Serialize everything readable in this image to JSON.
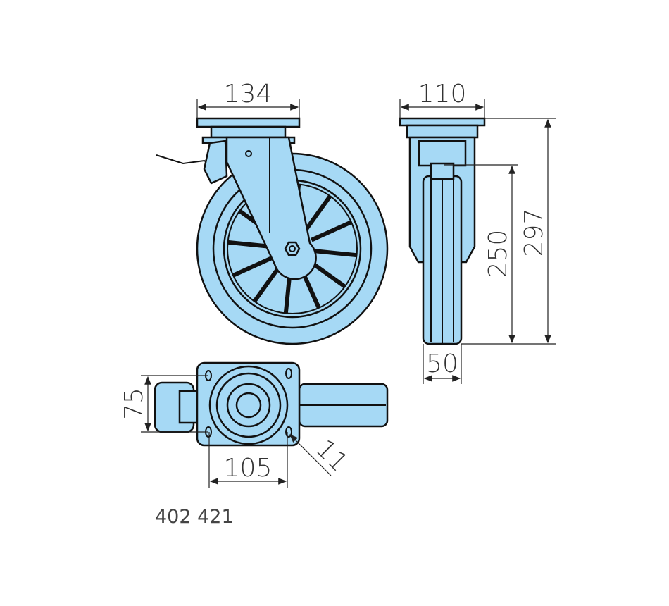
{
  "dimensions": {
    "front_width": "134",
    "side_width": "110",
    "total_height": "297",
    "wheel_diameter": "250",
    "wheel_width": "50",
    "plate_hole_spacing_y": "75",
    "plate_hole_spacing_x": "105",
    "bolt_hole": "11"
  },
  "article_number": "402 421",
  "colors": {
    "part_fill": "#a6d9f5",
    "outline": "#111111"
  }
}
